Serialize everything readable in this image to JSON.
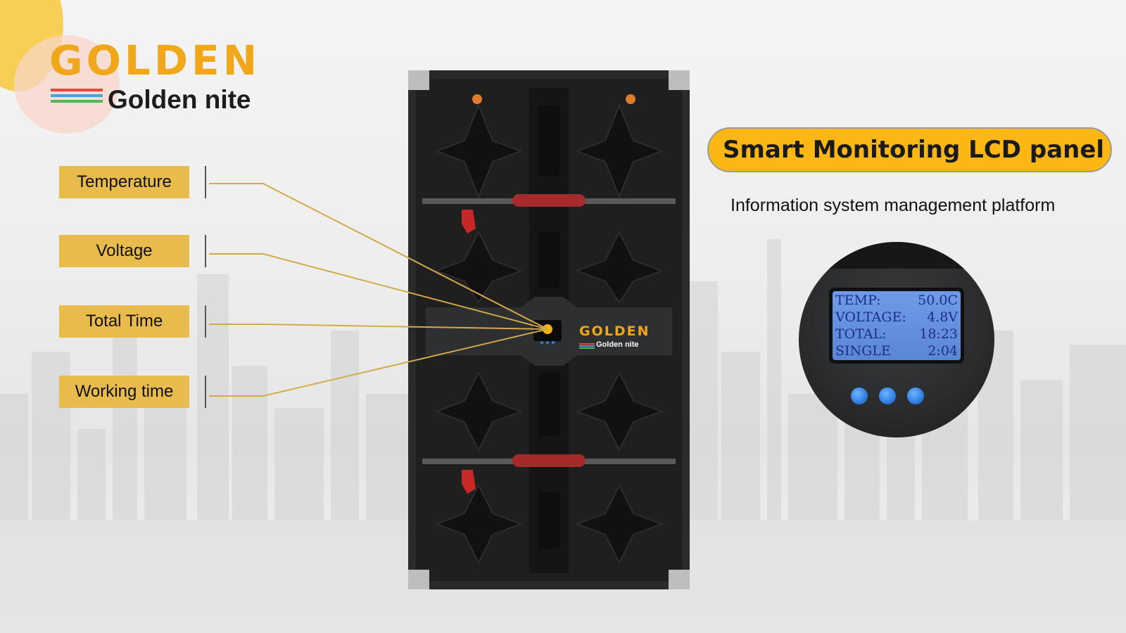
{
  "brand": {
    "logo_text": "GOLDEN",
    "sub_text": "Golden nite",
    "primary_color": "#f0a71a",
    "stripe_colors": [
      "#e24b3b",
      "#3aa7e0",
      "#5ab25a"
    ]
  },
  "labels": [
    {
      "text": "Temperature"
    },
    {
      "text": "Voltage"
    },
    {
      "text": "Total Time"
    },
    {
      "text": "Working time"
    }
  ],
  "panel": {
    "title": "Smart Monitoring LCD panel",
    "subtitle": "Information system management platform",
    "accent_color": "#fcb714"
  },
  "lcd": {
    "rows": [
      {
        "key": "TEMP:",
        "value": "50.0C"
      },
      {
        "key": "VOLTAGE:",
        "value": "4.8V"
      },
      {
        "key": "TOTAL:",
        "value": "18:23"
      },
      {
        "key": "SINGLE",
        "value": "2:04"
      }
    ],
    "screen_color": "#6f9be6",
    "button_count": 3,
    "button_color": "#2f7fe0"
  },
  "cabinet": {
    "handle_color": "#a52a2a",
    "body_color": "#1f1f20"
  }
}
